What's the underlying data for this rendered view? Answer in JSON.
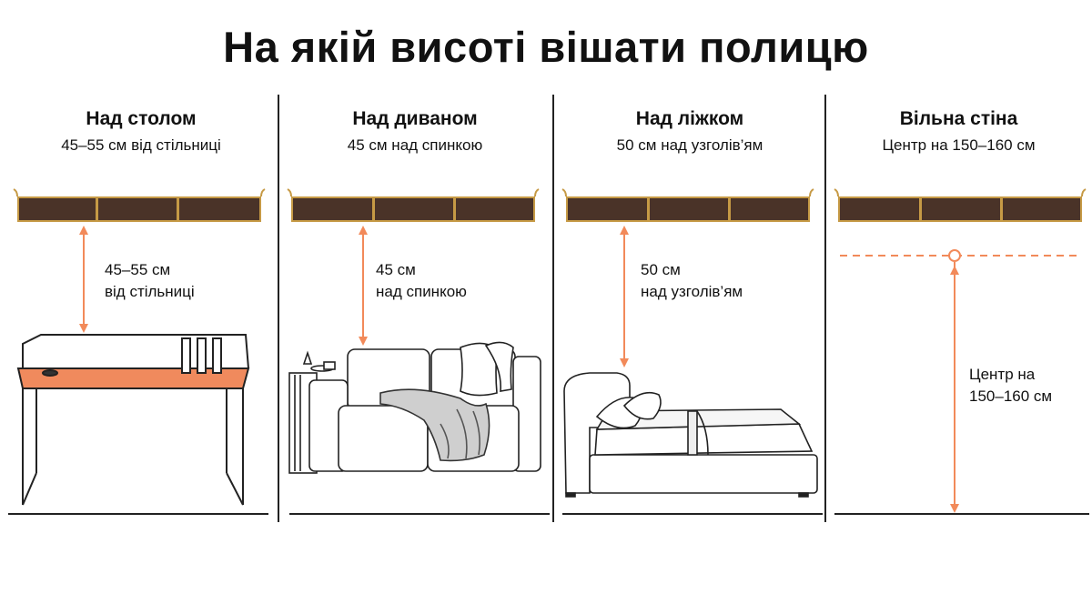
{
  "title": "На якій висоті вішати полицю",
  "colors": {
    "accent": "#f28a5a",
    "shelf_wood": "#4a3328",
    "shelf_edge": "#c69a45",
    "desk_top": "#f08a5d",
    "line": "#222222"
  },
  "panels": [
    {
      "title": "Над столом",
      "subtitle": "45–55 см від стільниці",
      "measure_line1": "45–55 см",
      "measure_line2": "від стільниці",
      "furniture": "desk"
    },
    {
      "title": "Над диваном",
      "subtitle": "45 см над спинкою",
      "measure_line1": "45 см",
      "measure_line2": "над спинкою",
      "furniture": "sofa"
    },
    {
      "title": "Над ліжком",
      "subtitle": "50 см над узголів’ям",
      "measure_line1": "50 см",
      "measure_line2": "над узголів’ям",
      "furniture": "bed"
    },
    {
      "title": "Вільна стіна",
      "subtitle": "Центр на 150–160 см",
      "measure_line1": "Центр на",
      "measure_line2": "150–160 см",
      "furniture": "none"
    }
  ]
}
